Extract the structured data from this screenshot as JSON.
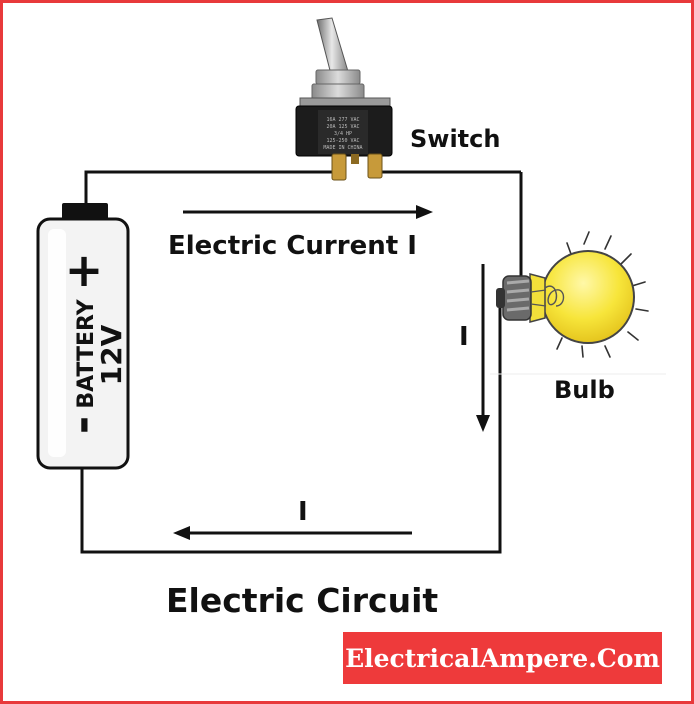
{
  "labels": {
    "switch": "Switch",
    "current": "Electric Current I",
    "bulb": "Bulb",
    "current_down": "I",
    "current_bottom": "I",
    "title": "Electric Circuit",
    "battery_name": "BATTERY",
    "battery_voltage": "12V",
    "battery_plus": "+",
    "battery_minus": "-"
  },
  "switch_rating": [
    "16A 277 VAC",
    "20A 125 VAC",
    "3/4 HP",
    "125-250 VAC",
    "MADE IN CHINA"
  ],
  "brand": "ElectricalAmpere.Com",
  "colors": {
    "border": "#e8393b",
    "brand_bg": "#ee3a3b",
    "brand_text": "#ffffff",
    "wire": "#111111",
    "bulb_glass": "#f7e53a",
    "battery_text": "#e8393b"
  },
  "icons": [
    "toggle-switch-icon",
    "light-bulb-icon",
    "battery-icon",
    "arrow-icon"
  ]
}
